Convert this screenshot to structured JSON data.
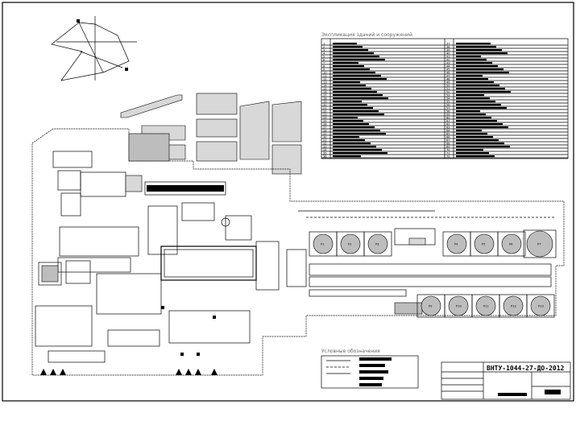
{
  "explication": {
    "title": "Экспликация зданий и сооружений",
    "left_numbers": [
      "1",
      "2",
      "3",
      "4",
      "5",
      "6",
      "7",
      "8",
      "9",
      "10",
      "11",
      "12",
      "13",
      "14",
      "15",
      "16",
      "17",
      "18",
      "19",
      "20",
      "21",
      "22",
      "23",
      "24",
      "25",
      "26",
      "27",
      "28",
      "29",
      "30",
      "31",
      "32",
      "33",
      "34",
      "35",
      "36"
    ],
    "right_numbers": [
      "37",
      "38",
      "39",
      "40",
      "41",
      "42",
      "43",
      "44",
      "45",
      "46",
      "47",
      "48",
      "49",
      "50",
      "51",
      "52",
      "53",
      "54",
      "55",
      "56",
      "57",
      "58",
      "59",
      "60",
      "61",
      "62",
      "63",
      "64",
      "65",
      "66",
      "67",
      "68",
      "69",
      "70",
      "71",
      "72"
    ]
  },
  "legend": {
    "title": "Условные обозначения"
  },
  "stamp": {
    "code": "ВНТУ-1044-27-ДО-2012"
  },
  "tanks_top": [
    "Р1",
    "Р2",
    "Р3",
    "Р4",
    "Р5",
    "Р6",
    "Р7",
    "Р8"
  ],
  "tanks_bottom": [
    "Р9",
    "Р10",
    "Р11",
    "Р12",
    "Р13"
  ]
}
